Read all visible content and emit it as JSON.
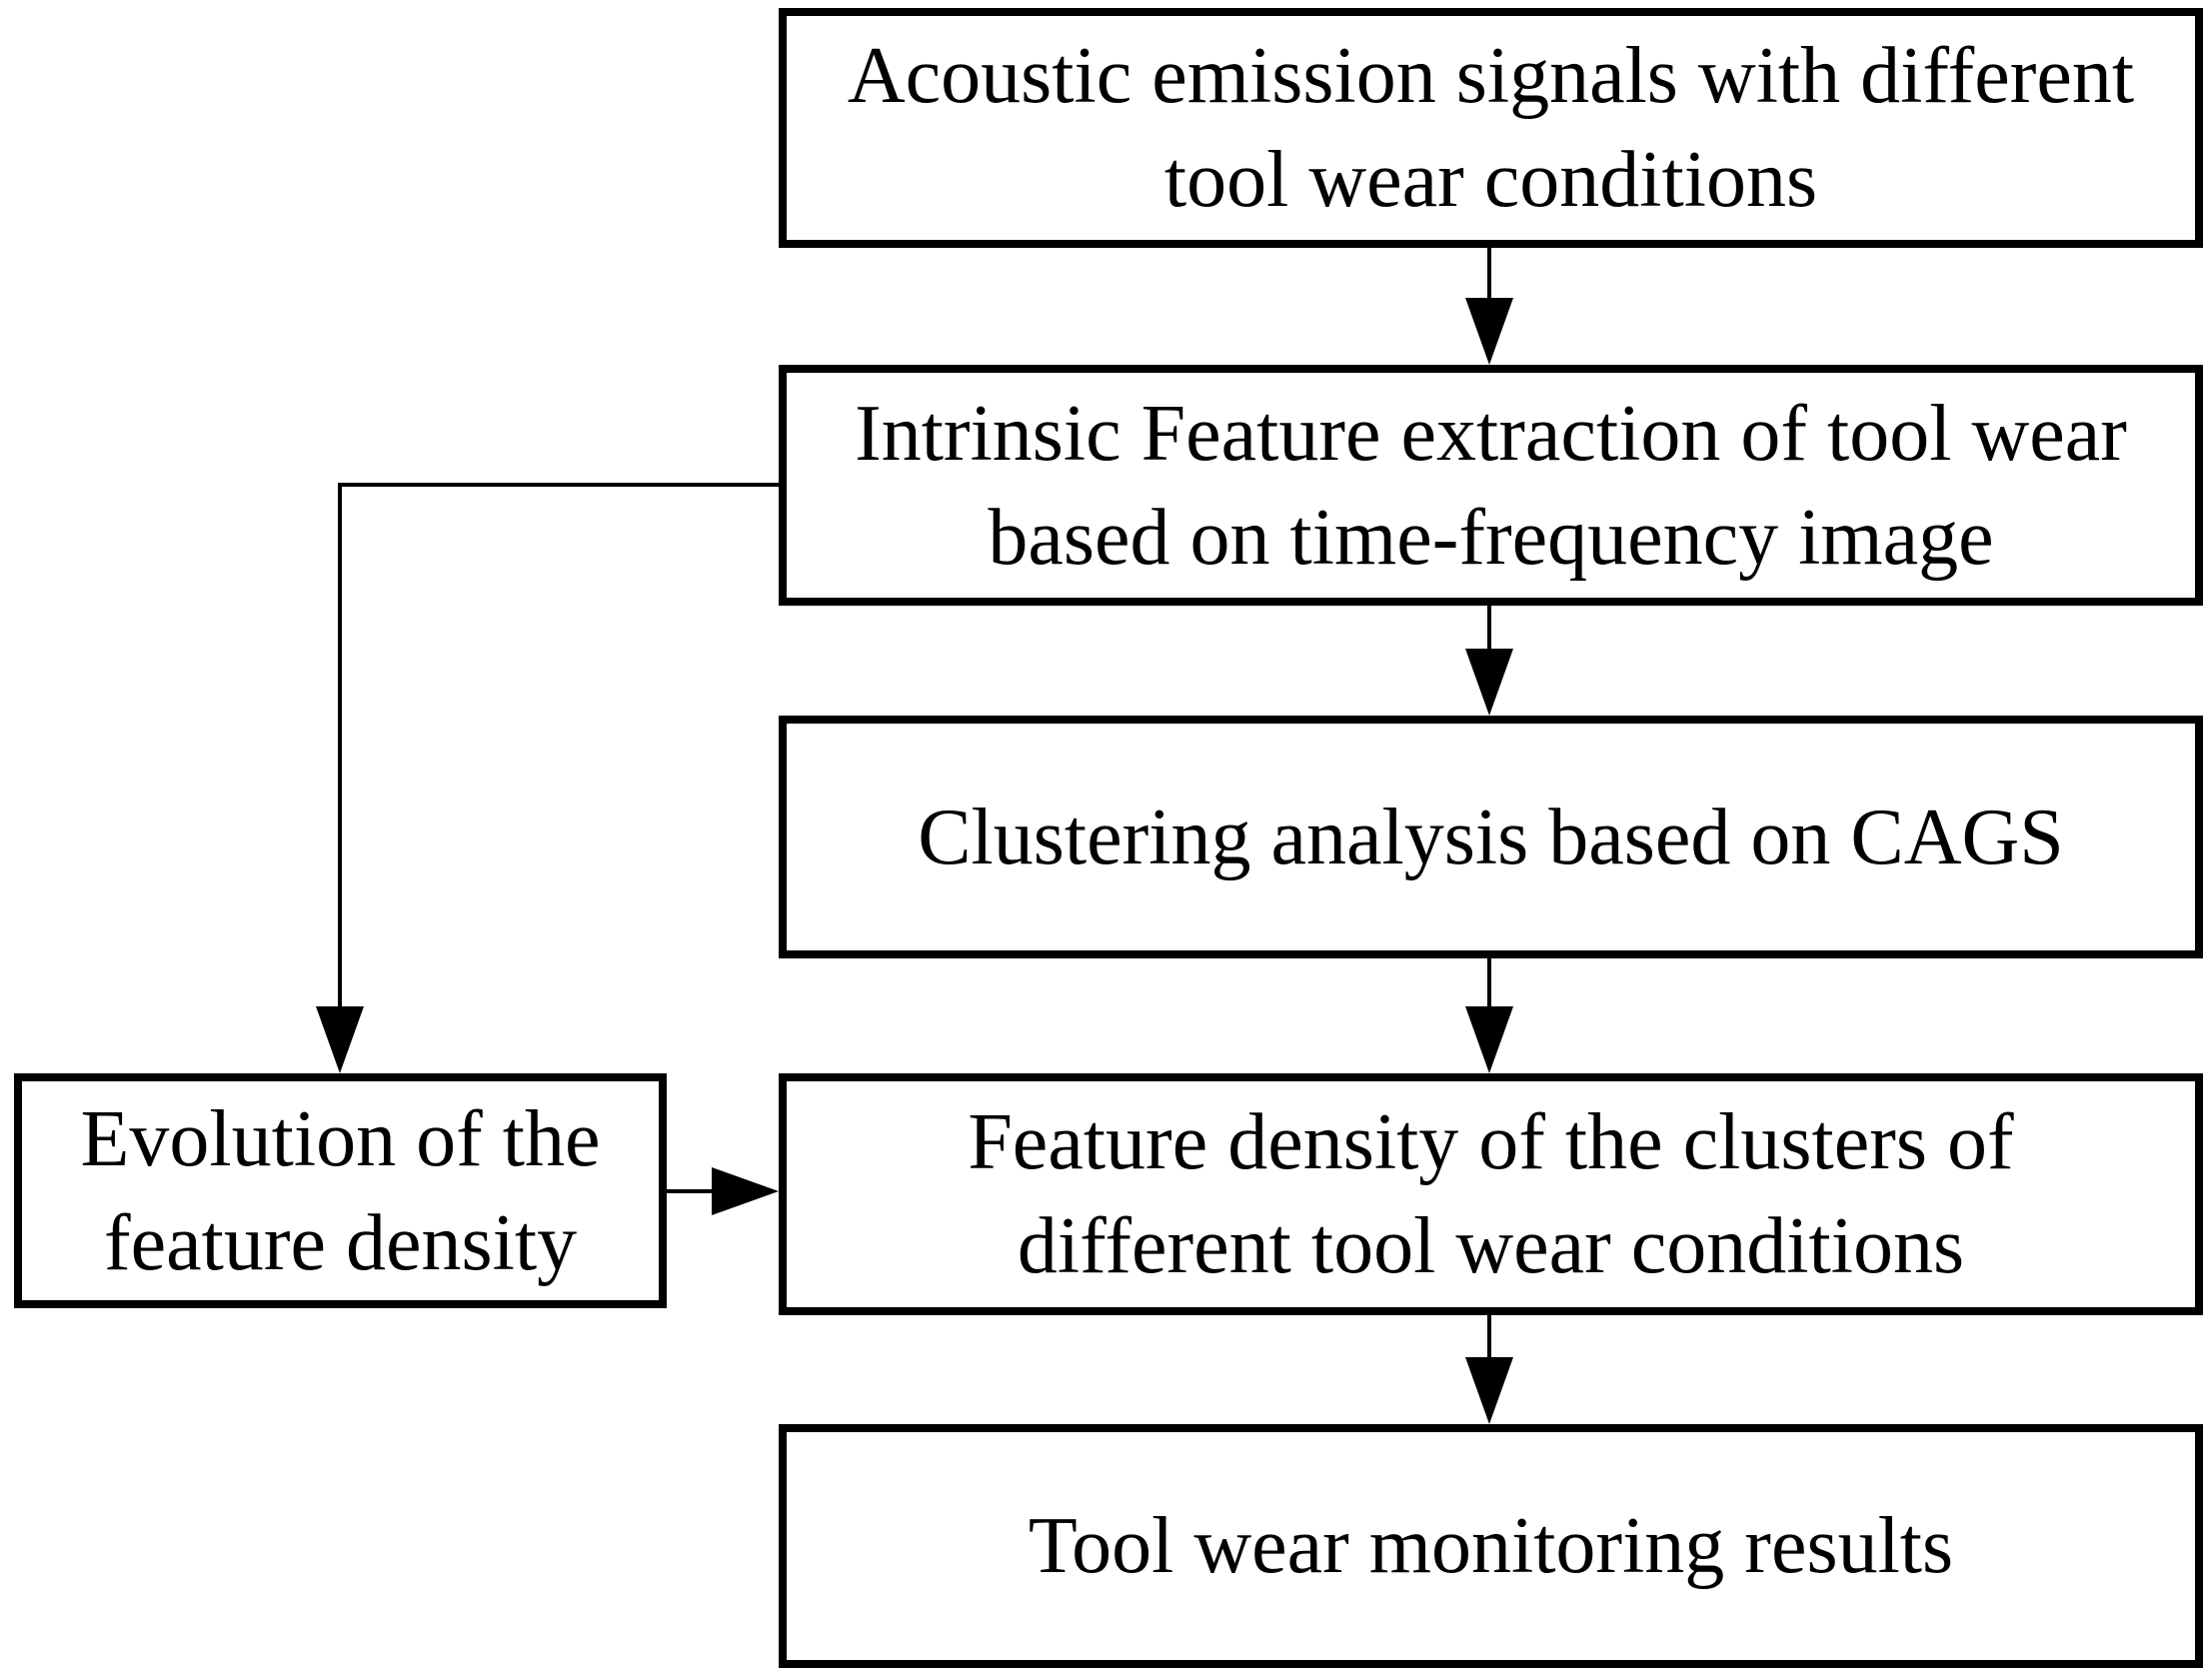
{
  "diagram": {
    "type": "flowchart",
    "colors": {
      "background": "#ffffff",
      "border": "#000000",
      "text": "#000000",
      "arrow": "#000000"
    },
    "nodes": {
      "acoustic_signals": {
        "lines": [
          "Acoustic emission signals with different",
          "tool wear conditions"
        ]
      },
      "feature_extraction": {
        "lines": [
          "Intrinsic Feature extraction of tool wear",
          "based on time-frequency image"
        ]
      },
      "clustering": {
        "lines": [
          "Clustering analysis based on CAGS"
        ]
      },
      "feature_density": {
        "lines": [
          "Feature density of the clusters of",
          "different tool wear conditions"
        ]
      },
      "monitoring_results": {
        "lines": [
          "Tool wear monitoring results"
        ]
      },
      "density_evolution": {
        "lines": [
          "Evolution of the",
          "feature density"
        ]
      }
    },
    "edges": [
      {
        "from": "acoustic_signals",
        "to": "feature_extraction",
        "style": "arrow-down"
      },
      {
        "from": "feature_extraction",
        "to": "clustering",
        "style": "arrow-down"
      },
      {
        "from": "clustering",
        "to": "feature_density",
        "style": "arrow-down"
      },
      {
        "from": "feature_density",
        "to": "monitoring_results",
        "style": "arrow-down"
      },
      {
        "from": "feature_extraction",
        "to": "density_evolution",
        "style": "elbow-left-down"
      },
      {
        "from": "density_evolution",
        "to": "feature_density",
        "style": "arrow-right"
      }
    ]
  }
}
